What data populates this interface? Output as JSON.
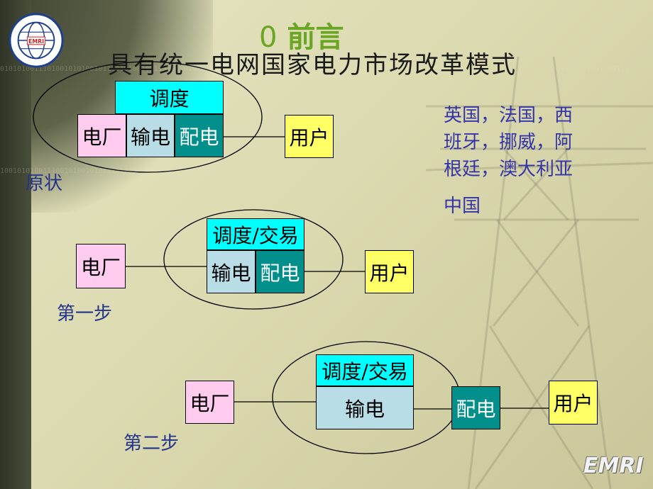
{
  "slide": {
    "section_number": "0",
    "section_title": "前言",
    "main_title": "具有统一电网国家电力市场改革模式",
    "logo_text": "EMRI",
    "footer_brand": "EMRI"
  },
  "stages": [
    {
      "label": "原状",
      "boxes": {
        "dispatch": "调度",
        "plant": "电厂",
        "transmission": "输电",
        "distribution": "配电",
        "user": "用户"
      }
    },
    {
      "label": "第一步",
      "boxes": {
        "dispatch": "调度/交易",
        "plant": "电厂",
        "transmission": "输电",
        "distribution": "配电",
        "user": "用户"
      }
    },
    {
      "label": "第二步",
      "boxes": {
        "dispatch": "调度/交易",
        "plant": "电厂",
        "transmission": "输电",
        "distribution": "配电",
        "user": "用户"
      }
    }
  ],
  "countries": {
    "line1": "英国，法国，西",
    "line2": "班牙，挪威，阿",
    "line3": "根廷，澳大利亚",
    "china": "中国"
  },
  "colors": {
    "plant": "#ffccf0",
    "dispatch": "#00ffff",
    "transmission": "#b9dde6",
    "distribution": "#008f8a",
    "user": "#ffff66",
    "stage_label": "#24338a",
    "country_text": "#3434a8",
    "section_title": "#6aa524"
  }
}
